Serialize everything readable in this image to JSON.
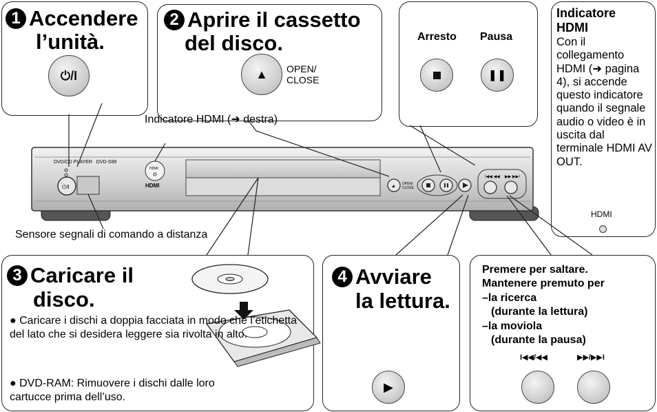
{
  "steps": {
    "step1": {
      "num": "1",
      "title_line1": "Accendere",
      "title_line2": "l’unità.",
      "button_label": "⏻/I"
    },
    "step2": {
      "num": "2",
      "title_line1": "Aprire il cassetto",
      "title_line2": "del disco.",
      "button_label": "OPEN/ CLOSE"
    },
    "step3": {
      "num": "3",
      "title_line1": "Caricare il",
      "title_line2": "disco.",
      "bullets": [
        "Caricare i dischi a doppia facciata in modo che l’etichetta del lato che si desidera leggere sia rivolta in alto.",
        "DVD-RAM: Rimuovere i dischi dalle loro cartucce prima dell’uso."
      ]
    },
    "step4": {
      "num": "4",
      "title_line1": "Avviare",
      "title_line2": "la lettura."
    }
  },
  "controls": {
    "stop_label": "Arresto",
    "pause_label": "Pausa"
  },
  "callouts": {
    "hdmi_indicator": "Indicatore HDMI (➜ destra)",
    "remote_sensor": "Sensore segnali di comando a distanza"
  },
  "player": {
    "model_text": "DVD/CD PLAYER   DVD-S99",
    "hdmi_logo": "HDMI",
    "open_close": "OPEN/ CLOSE"
  },
  "sidebar": {
    "title": "Indicatore HDMI",
    "body": "Con il collegamento HDMI (➜ pagina 4), si accende questo indicatore quando il segnale audio o video è in uscita dal terminale HDMI AV OUT.",
    "led_label": "HDMI"
  },
  "skip": {
    "line1": "Premere per saltare.",
    "line2": "Mantenere premuto per",
    "line3": "–la ricerca",
    "line4": "(durante la lettura)",
    "line5": "–la moviola",
    "line6": "(durante la pausa)",
    "left_label": "I◀◀/◀◀",
    "right_label": "▶▶/▶▶I"
  }
}
